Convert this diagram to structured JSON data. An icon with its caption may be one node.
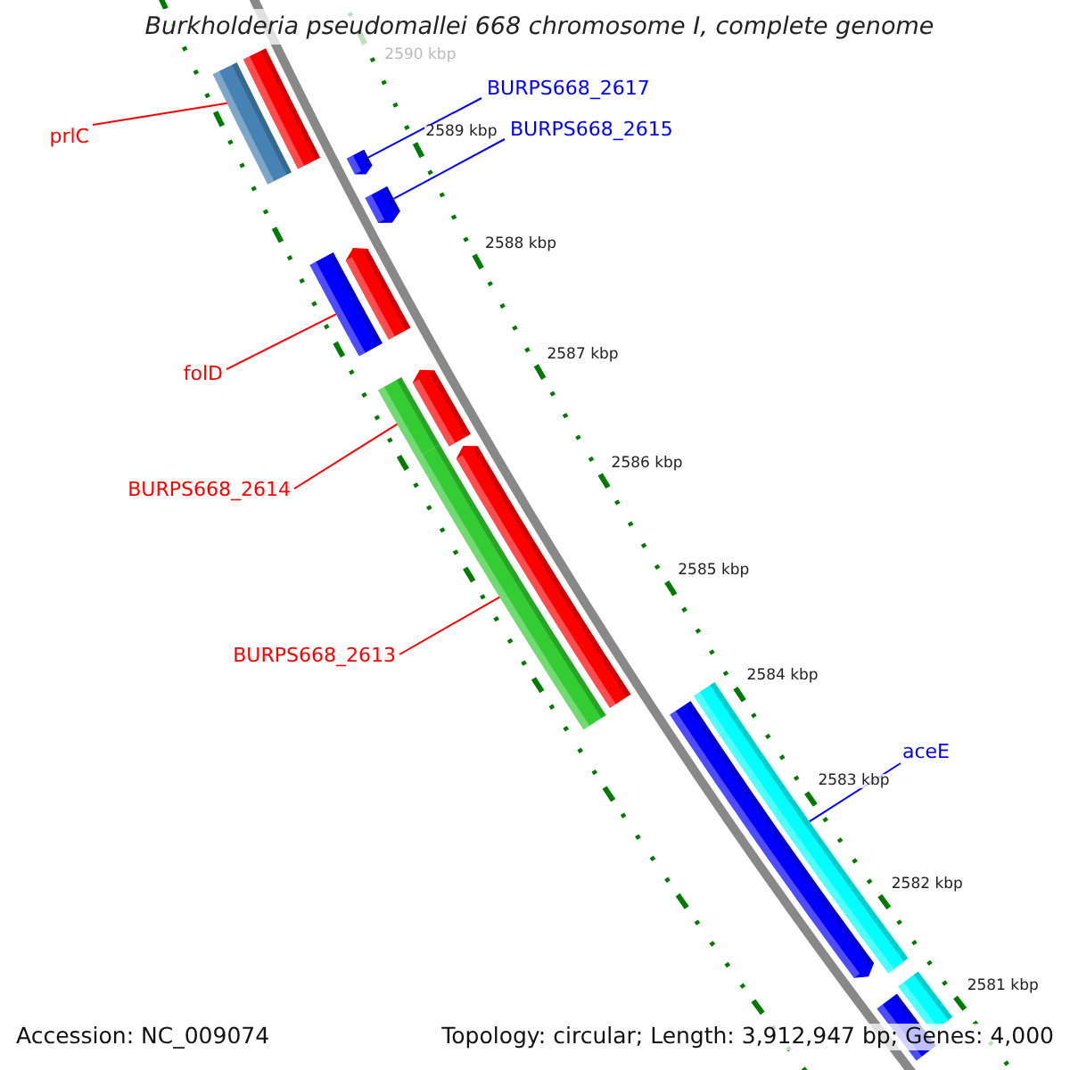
{
  "diagram": {
    "title": "Burkholderia pseudomallei 668 chromosome I, complete genome",
    "nodes": [
      {
        "text": [
          "prlC"
        ]
      },
      {
        "text": [
          "BURPS668_2617"
        ]
      },
      {
        "text": [
          "BURPS668_2615"
        ]
      },
      {
        "text": [
          "folD"
        ]
      },
      {
        "text": [
          "BURPS668_2614"
        ]
      },
      {
        "text": [
          "BURPS668_2613"
        ]
      },
      {
        "text": [
          "aceE"
        ]
      },
      {
        "text": [],
        "shape": "bar"
      },
      {
        "text": [],
        "shape": "bar"
      },
      {
        "text": [],
        "shape": "bar"
      },
      {
        "text": [],
        "shape": "bar"
      },
      {
        "text": [],
        "shape": "bar"
      },
      {
        "text": [],
        "shape": "bar"
      },
      {
        "text": [],
        "shape": "bar"
      }
    ],
    "edges": [
      {
        "from": 0,
        "to": 7,
        "arrow": "none"
      },
      {
        "from": 1,
        "to": 8,
        "arrow": "none",
        "color": "#0000ff"
      },
      {
        "from": 2,
        "to": 9,
        "arrow": "none",
        "color": "#0000ff"
      },
      {
        "from": 3,
        "to": 10,
        "arrow": "none"
      },
      {
        "from": 4,
        "to": 11,
        "arrow": "none"
      },
      {
        "from": 5,
        "to": 12,
        "arrow": "none"
      },
      {
        "from": 6,
        "to": 13,
        "arrow": "none",
        "color": "#0000ff"
      }
    ],
    "labels": [
      "2590 kbp",
      "2589 kbp",
      "2588 kbp",
      "2587 kbp",
      "2586 kbp",
      "2585 kbp",
      "2584 kbp",
      "2583 kbp",
      "2582 kbp",
      "2581 kbp",
      "Accession: NC_009074",
      "Topology: circular; Length: 3,912,947 bp; Genes: 4,000"
    ]
  }
}
